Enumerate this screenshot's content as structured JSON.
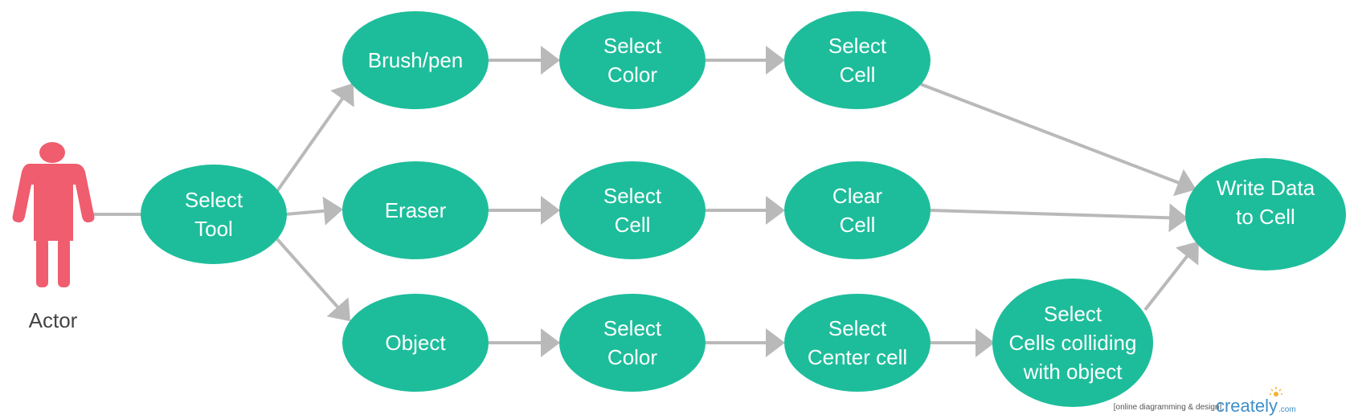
{
  "colors": {
    "node_fill": "#1dbd9b",
    "actor_fill": "#ef5d6e",
    "edge": "#b9b9b9",
    "text": "#ffffff"
  },
  "actor": {
    "label": "Actor"
  },
  "nodes": {
    "select_tool": {
      "lines": [
        "Select",
        "Tool"
      ]
    },
    "brush_pen": {
      "lines": [
        "Brush/pen"
      ]
    },
    "eraser": {
      "lines": [
        "Eraser"
      ]
    },
    "object": {
      "lines": [
        "Object"
      ]
    },
    "brush_select_color": {
      "lines": [
        "Select",
        "Color"
      ]
    },
    "brush_select_cell": {
      "lines": [
        "Select",
        "Cell"
      ]
    },
    "eraser_select_cell": {
      "lines": [
        "Select",
        "Cell"
      ]
    },
    "clear_cell": {
      "lines": [
        "Clear",
        "Cell"
      ]
    },
    "object_select_color": {
      "lines": [
        "Select",
        "Color"
      ]
    },
    "select_center_cell": {
      "lines": [
        "Select",
        "Center cell"
      ]
    },
    "select_colliding_cells": {
      "lines": [
        "Select",
        "Cells colliding",
        "with object"
      ]
    },
    "write_data": {
      "lines": [
        "Write Data",
        "to Cell"
      ]
    }
  },
  "watermark": {
    "tagline": "[online diagramming & design]",
    "brand": "creately",
    "domain": ".com"
  }
}
